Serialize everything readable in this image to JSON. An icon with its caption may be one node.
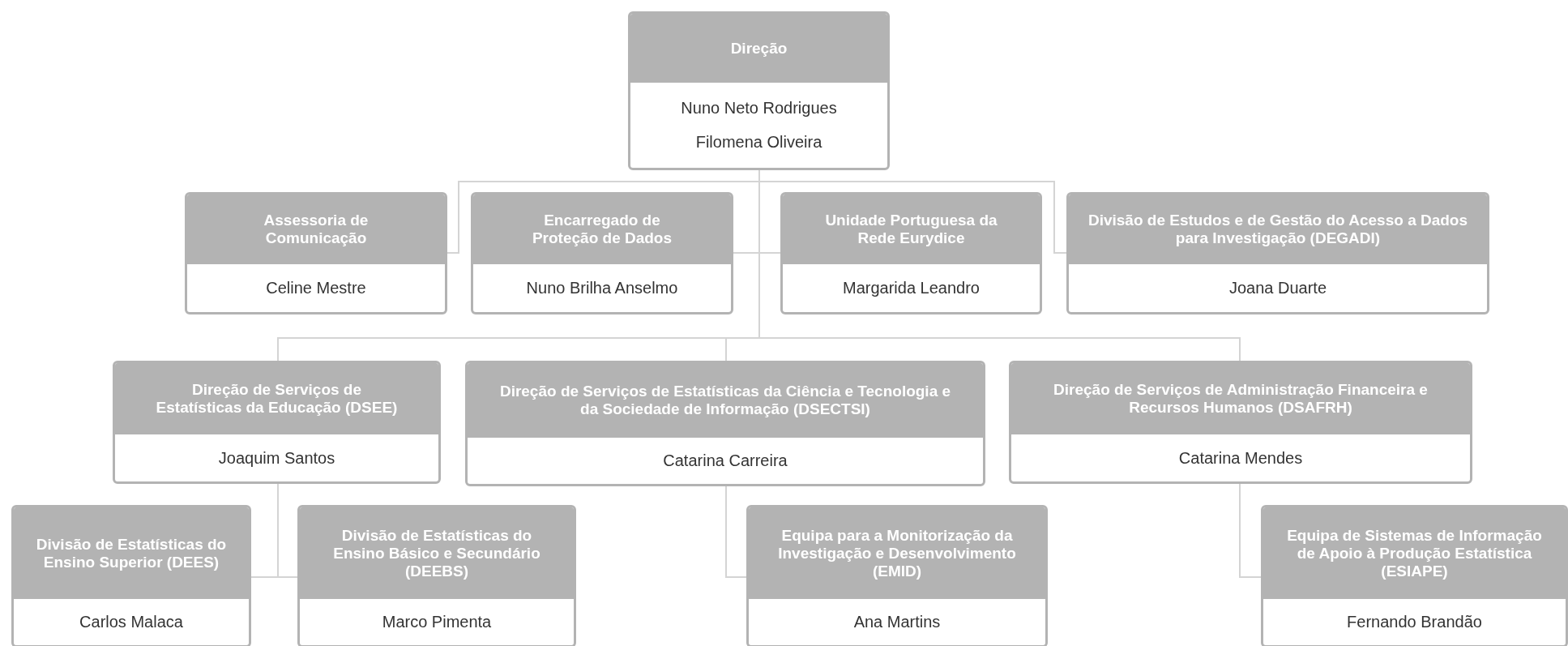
{
  "diagram": {
    "nodes": [
      {
        "text": [
          "Direção",
          "Nuno Neto Rodrigues",
          "Filomena Oliveira"
        ]
      },
      {
        "text": [
          "Assessoria de Comunicação",
          "Celine Mestre"
        ]
      },
      {
        "text": [
          "Encarregado de Proteção de Dados",
          "Nuno Brilha Anselmo"
        ]
      },
      {
        "text": [
          "Unidade Portuguesa da Rede Eurydice",
          "Margarida Leandro"
        ]
      },
      {
        "text": [
          "Divisão de Estudos e de Gestão do Acesso a Dados para Investigação (DEGADI)",
          "Joana Duarte"
        ]
      },
      {
        "text": [
          "Direção de Serviços de Estatísticas da Educação (DSEE)",
          "Joaquim Santos"
        ]
      },
      {
        "text": [
          "Direção de Serviços de Estatísticas da Ciência e Tecnologia e da Sociedade de Informação (DSECTSI)",
          "Catarina Carreira"
        ]
      },
      {
        "text": [
          "Direção de Serviços de Administração Financeira e Recursos Humanos (DSAFRH)",
          "Catarina Mendes"
        ]
      },
      {
        "text": [
          "Divisão de Estatísticas do Ensino Superior (DEES)",
          "Carlos Malaca"
        ]
      },
      {
        "text": [
          "Divisão de Estatísticas do Ensino Básico e Secundário (DEEBS)",
          "Marco Pimenta"
        ]
      },
      {
        "text": [
          "Equipa para a Monitorização da Investigação e Desenvolvimento (EMID)",
          "Ana Martins"
        ]
      },
      {
        "text": [
          "Equipa de Sistemas de Informação de Apoio à Produção Estatística (ESIAPE)",
          "Fernando Brandão"
        ]
      }
    ],
    "edges": [
      {
        "from": 0,
        "to": 1,
        "arrow": "none"
      },
      {
        "from": 0,
        "to": 2,
        "arrow": "none"
      },
      {
        "from": 0,
        "to": 3,
        "arrow": "none"
      },
      {
        "from": 0,
        "to": 4,
        "arrow": "none"
      },
      {
        "from": 0,
        "to": 5,
        "arrow": "none"
      },
      {
        "from": 0,
        "to": 6,
        "arrow": "none"
      },
      {
        "from": 0,
        "to": 7,
        "arrow": "none"
      },
      {
        "from": 5,
        "to": 8,
        "arrow": "none"
      },
      {
        "from": 5,
        "to": 9,
        "arrow": "none"
      },
      {
        "from": 6,
        "to": 10,
        "arrow": "none"
      },
      {
        "from": 7,
        "to": 11,
        "arrow": "none"
      }
    ]
  }
}
